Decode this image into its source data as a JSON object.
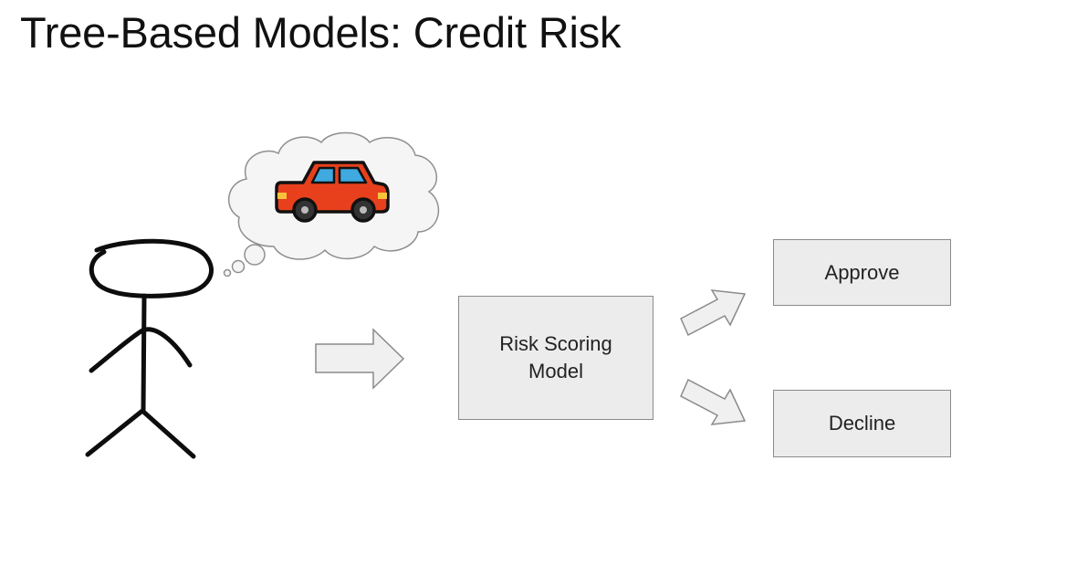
{
  "slide": {
    "title": "Tree-Based Models: Credit Risk"
  },
  "nodes": {
    "model": "Risk Scoring\nModel",
    "approve": "Approve",
    "decline": "Decline"
  },
  "icons": {
    "person": "stick-figure-icon",
    "thought": "thought-bubble-icon",
    "car": "red-car-icon"
  },
  "colors": {
    "box_fill": "#ececec",
    "box_border": "#8a8a8a",
    "arrow_fill": "#f0f0f0",
    "car_body": "#e8401c",
    "car_window": "#3fa9e0"
  }
}
